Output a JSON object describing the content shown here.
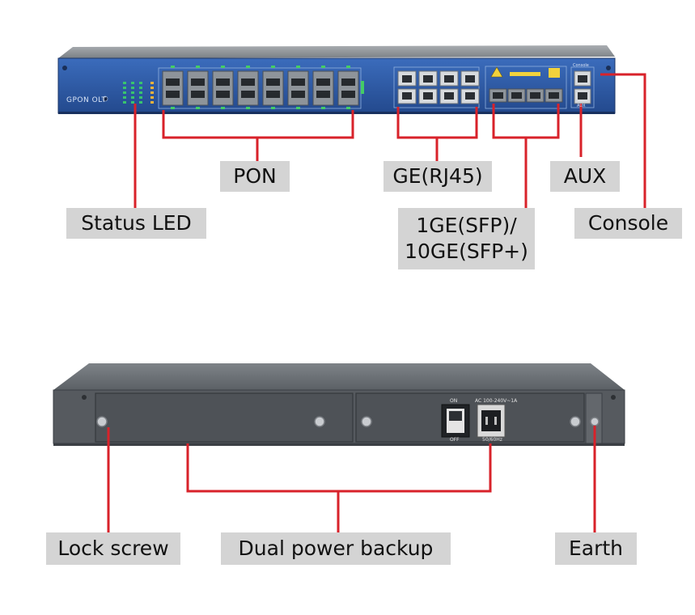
{
  "front_panel": {
    "brand_text": "GPON OLT",
    "aux_port_text": "AUX",
    "console_port_text": "Console"
  },
  "rear_panel": {
    "switch_on_text": "ON",
    "switch_off_text": "OFF",
    "power_rating_text": "AC 100-240V~1A",
    "frequency_text": "50/60Hz"
  },
  "callouts": {
    "pon": "PON",
    "ge_rj45": "GE(RJ45)",
    "aux": "AUX",
    "status_led": "Status LED",
    "sfp_line1": "1GE(SFP)/",
    "sfp_line2": "10GE(SFP+)",
    "console": "Console",
    "lock_screw": "Lock screw",
    "dual_power": "Dual power backup",
    "earth": "Earth"
  },
  "colors": {
    "leader_line": "#d8222a",
    "label_bg": "#d4d4d4",
    "front_panel_blue": "#2f5ea8",
    "chassis_gray": "#5d6165"
  }
}
